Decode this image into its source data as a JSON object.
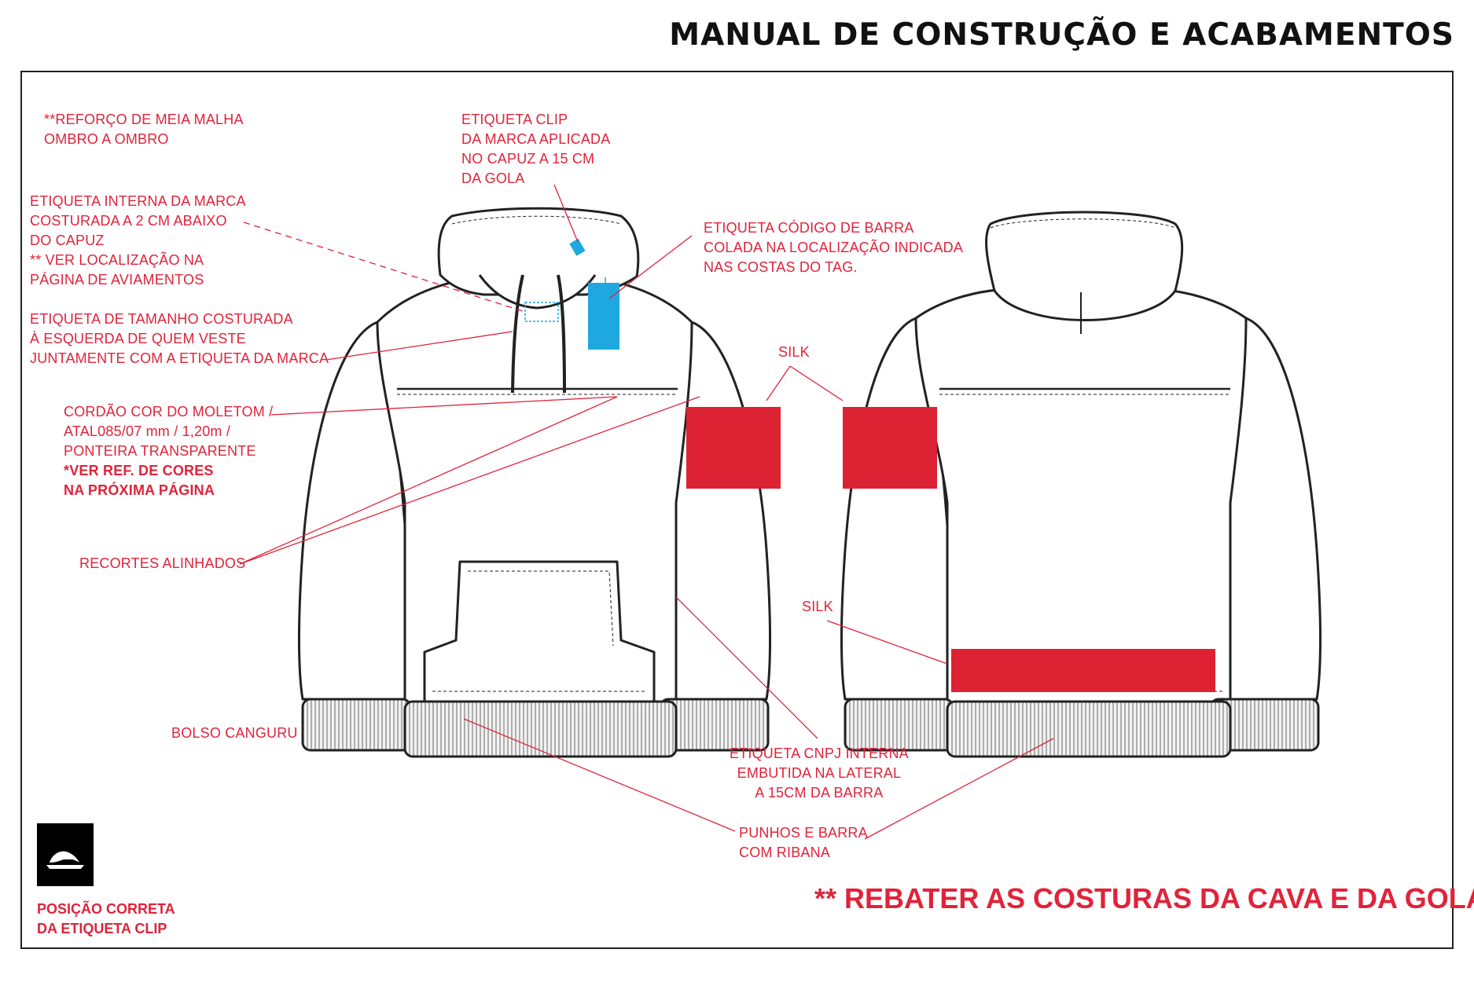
{
  "header": {
    "title": "MANUAL DE CONSTRUÇÃO E ACABAMENTOS"
  },
  "notes": {
    "reforco": "**REFORÇO DE MEIA MALHA\nOMBRO A OMBRO",
    "etiqueta_clip": "ETIQUETA CLIP\nDA MARCA APLICADA\nNO CAPUZ A 15 CM\nDA GOLA",
    "etiqueta_interna": "ETIQUETA INTERNA DA MARCA\nCOSTURADA A 2 CM ABAIXO\nDO CAPUZ\n** VER LOCALIZAÇÃO NA\nPÁGINA DE AVIAMENTOS",
    "etiqueta_codigo_barra": "ETIQUETA CÓDIGO DE BARRA\nCOLADA NA  LOCALIZAÇÃO INDICADA\nNAS COSTAS DO TAG.",
    "etiqueta_tamanho": "ETIQUETA DE TAMANHO COSTURADA\nÀ ESQUERDA DE QUEM VESTE\nJUNTAMENTE COM A ETIQUETA DA MARCA",
    "cordao": "CORDÃO COR DO MOLETOM /\nATAL085/07 mm / 1,20m /\nPONTEIRA TRANSPARENTE",
    "cordao_ref": "*VER REF. DE CORES\nNA PRÓXIMA PÁGINA",
    "silk_top": "SILK",
    "recortes": "RECORTES ALINHADOS",
    "silk_bottom": "SILK",
    "bolso": "BOLSO CANGURU",
    "etiqueta_cnpj": "ETIQUETA CNPJ INTERNA\nEMBUTIDA NA LATERAL\nA 15CM DA BARRA",
    "punhos": "PUNHOS E BARRA\nCOM RIBANA",
    "rebater": "** REBATER AS COSTURAS DA CAVA E DA GOLA"
  },
  "logo": {
    "icon": "quiksilver-wave-mountain-logo",
    "caption": "POSIÇÃO CORRETA\nDA ETIQUETA CLIP"
  },
  "colors": {
    "annotation_red": "#e0233a",
    "silk_red": "#dc2233",
    "clip_tag_blue": "#1fa8e0",
    "outline": "#222222"
  }
}
